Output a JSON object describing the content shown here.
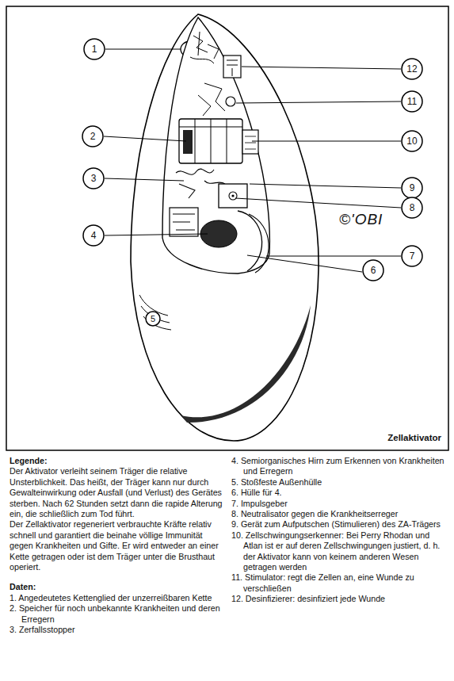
{
  "diagram": {
    "caption": "Zellaktivator",
    "nodes": [
      {
        "text": [
          "1"
        ]
      },
      {
        "text": [
          "12"
        ]
      },
      {
        "text": [
          "11"
        ]
      },
      {
        "text": [
          "2"
        ]
      },
      {
        "text": [
          "10"
        ]
      },
      {
        "text": [
          "3"
        ]
      },
      {
        "text": [
          "9"
        ]
      },
      {
        "text": [
          "8"
        ]
      },
      {
        "text": [
          "4"
        ]
      },
      {
        "text": [
          "7"
        ]
      },
      {
        "text": [
          "6"
        ]
      },
      {
        "text": [
          "5"
        ]
      }
    ],
    "labels": [
      "©'OBI",
      "Legende:",
      "Der Aktivator verleiht seinem Träger die relative Unsterblichkeit. Das heißt, der Träger kann nur durch Gewalteinwirkung oder Ausfall (und Verlust) des Gerätes sterben. Nach 62 Stunden setzt dann die rapide Alterung ein, die schließlich zum Tod führt.",
      "Der Zellaktivator regeneriert verbrauchte Kräfte relativ schnell und garantiert die beinahe völlige Immunität gegen Krankheiten und Gifte. Er wird entweder an einer Kette getragen oder ist dem Träger unter die Brusthaut operiert.",
      "Daten:",
      "1. Angedeutetes Kettenglied der unzerreißbaren Kette",
      "2. Speicher für noch unbekannte Krankheiten und deren Erregern",
      "3. Zerfallsstopper",
      "4. Semiorganisches Hirn zum Erkennen von Krankheiten und Erregern",
      "5. Stoßfeste Außenhülle",
      "6. Hülle für 4.",
      "7. Impulsgeber",
      "8. Neutralisator gegen die Krankheitserreger",
      "9. Gerät zum Aufputschen (Stimulieren) des ZA-Trägers",
      "10. Zellschwingungserkenner: Bei Perry Rhodan und Atlan ist er auf deren Zellschwingungen justiert, d. h. der Aktivator kann von keinem anderen Wesen getragen werden",
      "11. Stimulator: regt die Zellen an, eine Wunde zu verschließen",
      "12. Desinfizierer: desinfiziert jede Wunde"
    ]
  }
}
